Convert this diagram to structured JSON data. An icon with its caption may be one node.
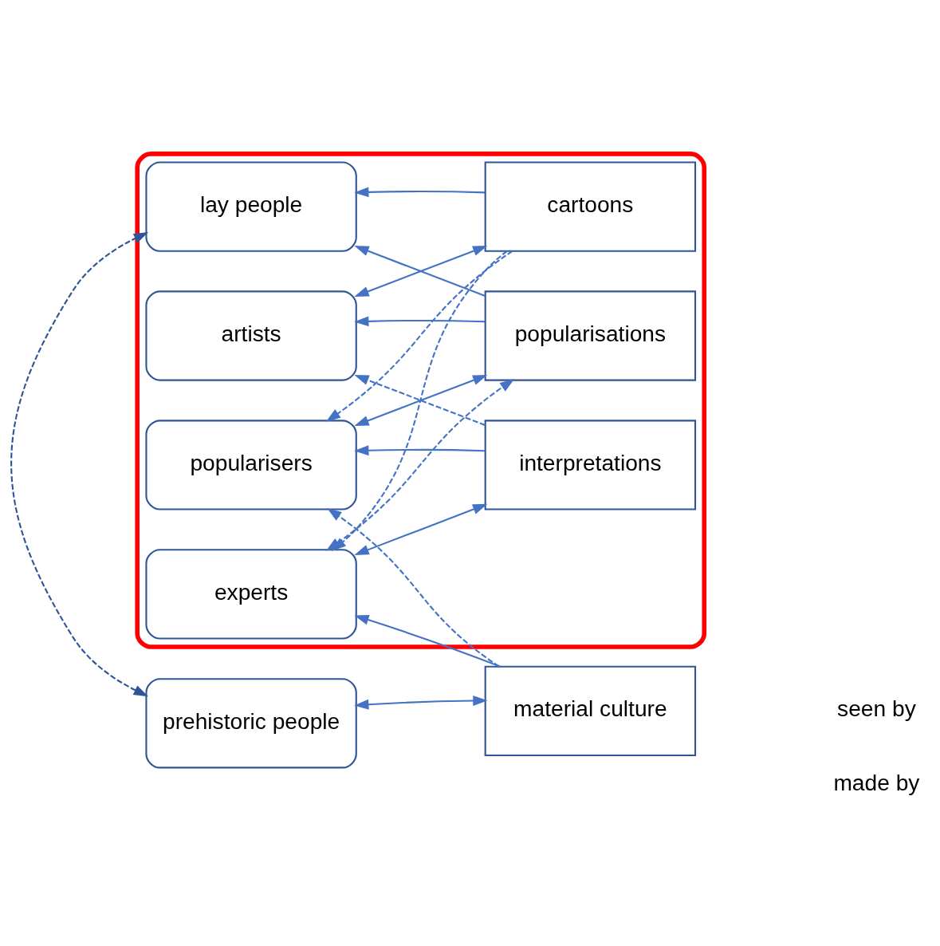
{
  "diagram": {
    "nodes": [
      {
        "text": [],
        "shape": "cloud"
      },
      {
        "text": [
          "lay people"
        ],
        "in": 0
      },
      {
        "text": [
          "artists"
        ],
        "in": 0
      },
      {
        "text": [
          "popularisers"
        ],
        "in": 0
      },
      {
        "text": [
          "experts"
        ],
        "in": 0
      },
      {
        "text": [
          "cartoons"
        ],
        "in": 0
      },
      {
        "text": [
          "popularisations"
        ],
        "in": 0
      },
      {
        "text": [
          "interpretations"
        ],
        "in": 0
      },
      {
        "text": [
          "material culture"
        ]
      },
      {
        "text": [
          "prehistoric people"
        ]
      }
    ],
    "edges": [
      {
        "from": 5,
        "to": 1,
        "arrow": "to"
      },
      {
        "from": 6,
        "to": 1,
        "arrow": "to"
      },
      {
        "from": 5,
        "to": 2,
        "arrow": "both"
      },
      {
        "from": 6,
        "to": 2,
        "arrow": "to"
      },
      {
        "from": 6,
        "to": 3,
        "arrow": "both"
      },
      {
        "from": 7,
        "to": 3,
        "arrow": "to"
      },
      {
        "from": 7,
        "to": 4,
        "arrow": "both"
      },
      {
        "from": 8,
        "to": 4,
        "arrow": "to"
      },
      {
        "from": 8,
        "to": 9,
        "arrow": "both"
      },
      {
        "from": 5,
        "to": 3,
        "arrow": "to",
        "style": "dashed"
      },
      {
        "from": 5,
        "to": 4,
        "arrow": "to",
        "style": "dashed"
      },
      {
        "from": 7,
        "to": 2,
        "arrow": "to",
        "style": "dashed"
      },
      {
        "from": 4,
        "to": 6,
        "arrow": "both",
        "style": "dashed"
      },
      {
        "from": 8,
        "to": 3,
        "arrow": "to",
        "style": "dashed"
      },
      {
        "from": 9,
        "to": 1,
        "arrow": "both",
        "style": "dashed",
        "color": "#2f5597"
      }
    ],
    "legend": [
      {
        "text": "seen by"
      },
      {
        "text": "made by"
      }
    ]
  }
}
